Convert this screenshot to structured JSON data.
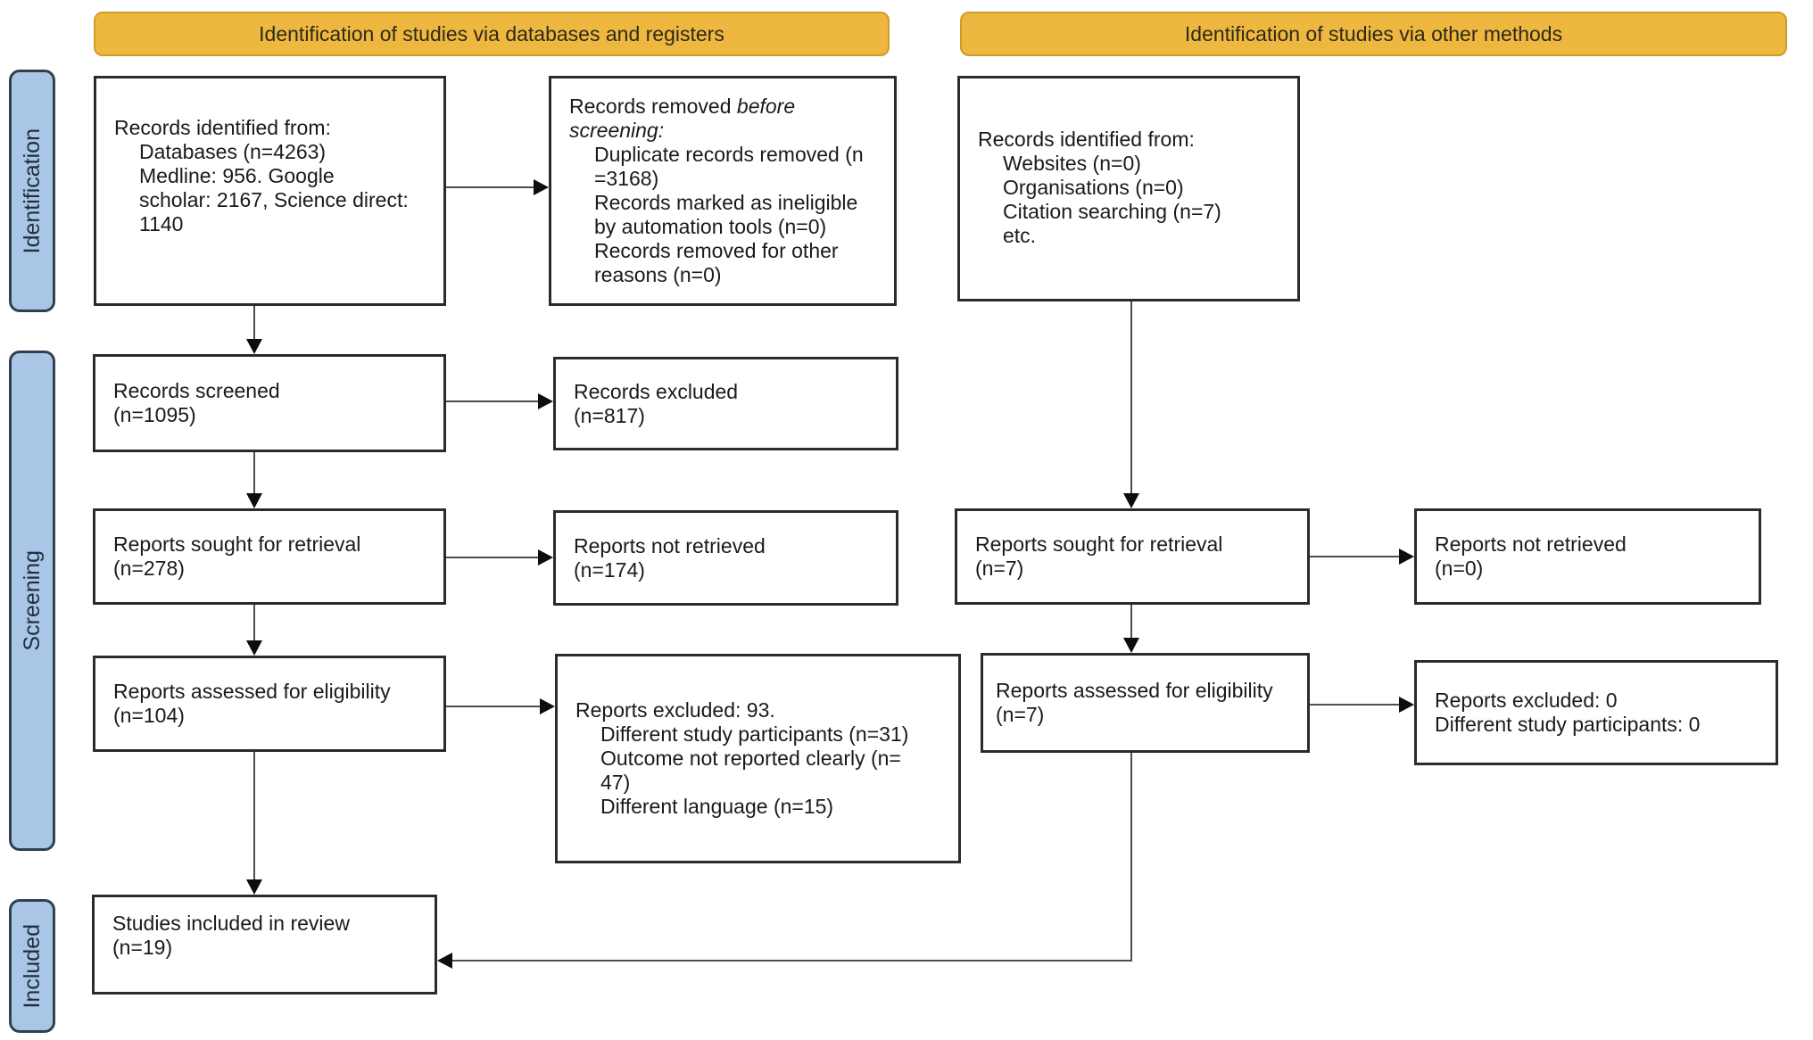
{
  "banners": {
    "databases": "Identification of studies via databases and registers",
    "other": "Identification of studies via other methods"
  },
  "sidebar": {
    "identification": "Identification",
    "screening": "Screening",
    "included": "Included"
  },
  "boxes": {
    "records_identified_db": {
      "lines": [
        "Records identified from:",
        "Databases (n=4263)",
        "Medline: 956. Google",
        "scholar: 2167, Science direct:",
        "1140"
      ]
    },
    "records_removed": {
      "line1_normal": "Records removed ",
      "line1_italic": "before",
      "line2_italic": "screening:",
      "lines": [
        "Duplicate records removed (n",
        "=3168)",
        "Records marked as ineligible",
        "by automation tools (n=0)",
        "Records removed for other",
        "reasons (n=0)"
      ]
    },
    "records_identified_other": {
      "lines": [
        "Records identified from:",
        "Websites (n=0)",
        "Organisations (n=0)",
        "Citation searching (n=7)",
        "etc."
      ]
    },
    "records_screened": {
      "lines": [
        "Records screened",
        "(n=1095)"
      ]
    },
    "records_excluded": {
      "lines": [
        "Records excluded",
        "(n=817)"
      ]
    },
    "reports_sought_db": {
      "lines": [
        "Reports sought for retrieval",
        "(n=278)"
      ]
    },
    "reports_not_retrieved_db": {
      "lines": [
        "Reports not retrieved",
        "(n=174)"
      ]
    },
    "reports_assessed_db": {
      "lines": [
        "Reports assessed for eligibility",
        "(n=104)"
      ]
    },
    "reports_excluded_db": {
      "lines": [
        "Reports excluded: 93.",
        "Different study participants (n=31)",
        "Outcome not reported clearly (n=",
        "47)",
        "Different language (n=15)"
      ]
    },
    "studies_included": {
      "lines": [
        "Studies included in review",
        "(n=19)"
      ]
    },
    "reports_sought_other": {
      "lines": [
        "Reports sought for retrieval",
        "(n=7)"
      ]
    },
    "reports_not_retrieved_other": {
      "lines": [
        "Reports not retrieved",
        "(n=0)"
      ]
    },
    "reports_assessed_other": {
      "lines": [
        "Reports assessed for eligibility",
        "(n=7)"
      ]
    },
    "reports_excluded_other": {
      "lines": [
        "Reports excluded: 0",
        "Different study participants: 0"
      ]
    }
  },
  "colors": {
    "banner": "#eeb73f",
    "banner_border": "#cf9c29",
    "ribbon": "#a9c6e6",
    "ribbon_border": "#31404f",
    "box_border": "#2b2b2b",
    "arrow": "#4d4d4d"
  }
}
